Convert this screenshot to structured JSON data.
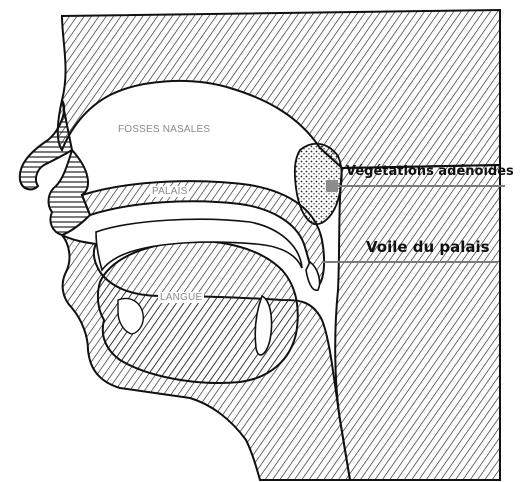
{
  "labels": {
    "fosses_nasales": "FOSSES NASALES",
    "palais": "PALAIS",
    "langue": "LANGUE"
  },
  "callouts": {
    "vegetations": "Végétations adénoïdes",
    "voile": "Voile du palais"
  },
  "colors": {
    "ink": "#111111",
    "hatch": "#222222",
    "label_grey": "#8a8a8a",
    "leader": "#7a7a7a",
    "adenoid_marker": "#8c8c8c"
  }
}
